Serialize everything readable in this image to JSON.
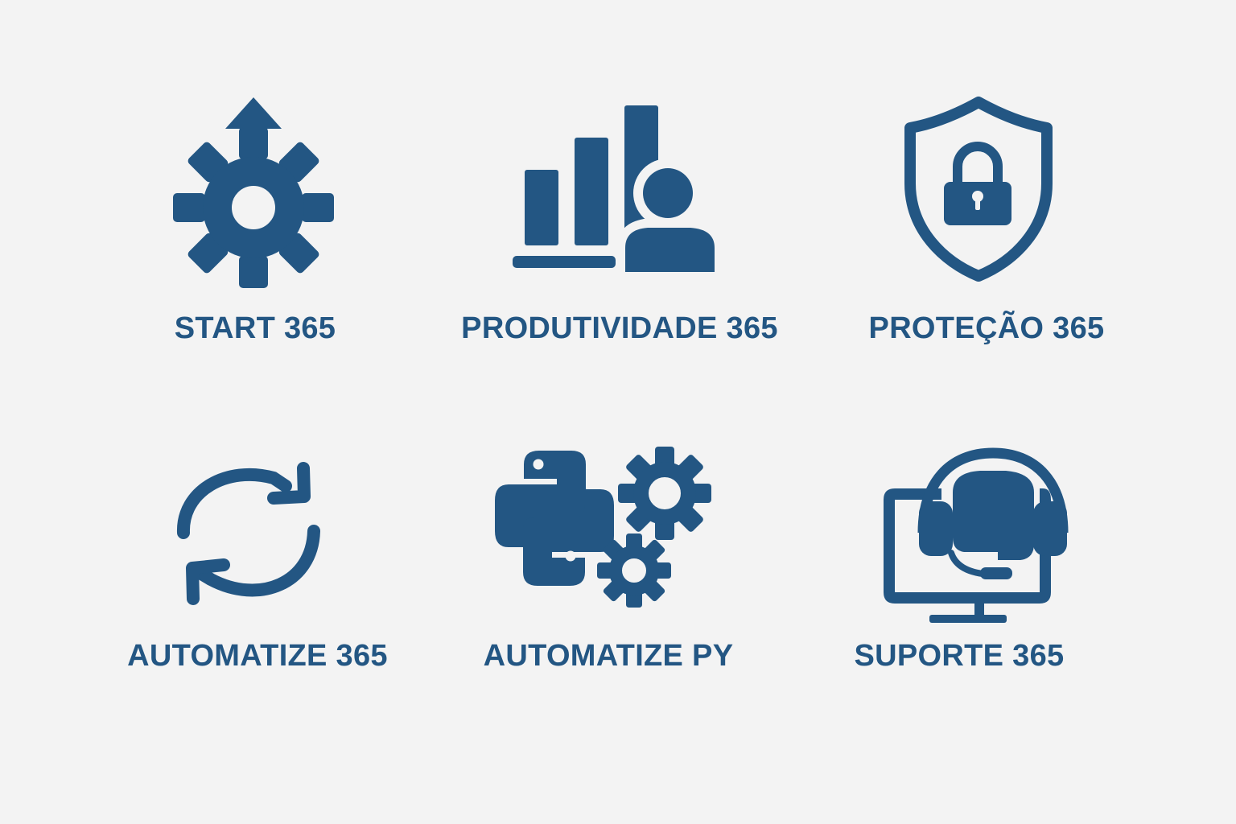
{
  "colors": {
    "background": "#f3f3f3",
    "accent": "#235683"
  },
  "products": [
    {
      "label": "START 365",
      "icon": "gear-arrow-up-icon"
    },
    {
      "label": "PRODUTIVIDADE 365",
      "icon": "bar-chart-person-icon"
    },
    {
      "label": "PROTEÇÃO 365",
      "icon": "shield-lock-icon"
    },
    {
      "label": "AUTOMATIZE 365",
      "icon": "refresh-arrows-icon"
    },
    {
      "label": "AUTOMATIZE PY",
      "icon": "python-gears-icon"
    },
    {
      "label": "SUPORTE 365",
      "icon": "monitor-headset-icon"
    }
  ]
}
